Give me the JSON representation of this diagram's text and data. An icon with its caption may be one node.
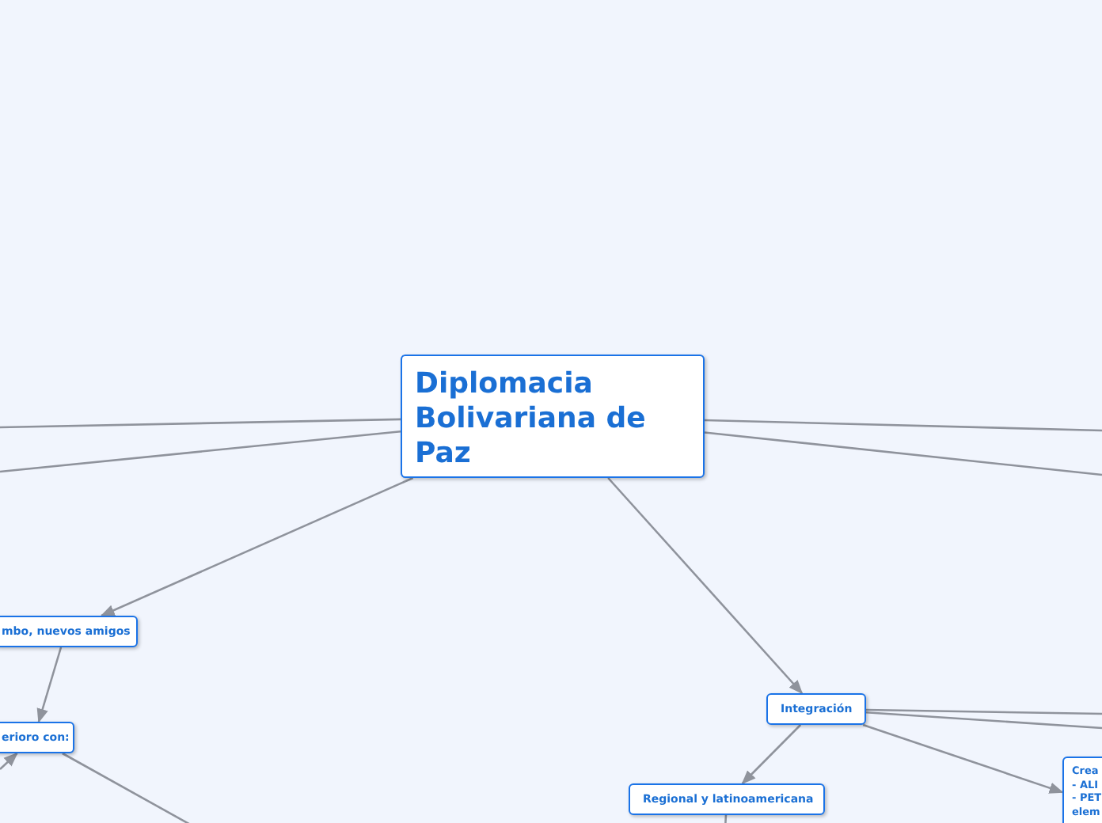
{
  "diagram": {
    "nodes": [
      {
        "text": [
          "Diplomacia Bolivariana de Paz"
        ]
      },
      {
        "text": [
          "mbo, nuevos amigos"
        ]
      },
      {
        "text": [
          "erioro con:"
        ]
      },
      {
        "text": [
          "Integración"
        ]
      },
      {
        "text": [
          "Regional y latinoamericana"
        ]
      },
      {
        "text": [
          "Crea - ALI - PET elem"
        ]
      }
    ],
    "edges": [
      {
        "from": 0,
        "to": null,
        "arrow": "none"
      },
      {
        "from": 0,
        "to": null,
        "arrow": "none"
      },
      {
        "from": 0,
        "to": null,
        "arrow": "none"
      },
      {
        "from": 0,
        "to": null,
        "arrow": "none"
      },
      {
        "from": 0,
        "to": 1,
        "arrow": "to"
      },
      {
        "from": 0,
        "to": 3,
        "arrow": "to"
      },
      {
        "from": 1,
        "to": 2,
        "arrow": "to"
      },
      {
        "from": null,
        "to": 2,
        "arrow": "to"
      },
      {
        "from": 2,
        "to": null,
        "arrow": "none"
      },
      {
        "from": 3,
        "to": null,
        "arrow": "none"
      },
      {
        "from": 3,
        "to": null,
        "arrow": "none"
      },
      {
        "from": 3,
        "to": 4,
        "arrow": "to"
      },
      {
        "from": 3,
        "to": 5,
        "arrow": "to"
      },
      {
        "from": 4,
        "to": null,
        "arrow": "none"
      }
    ]
  }
}
